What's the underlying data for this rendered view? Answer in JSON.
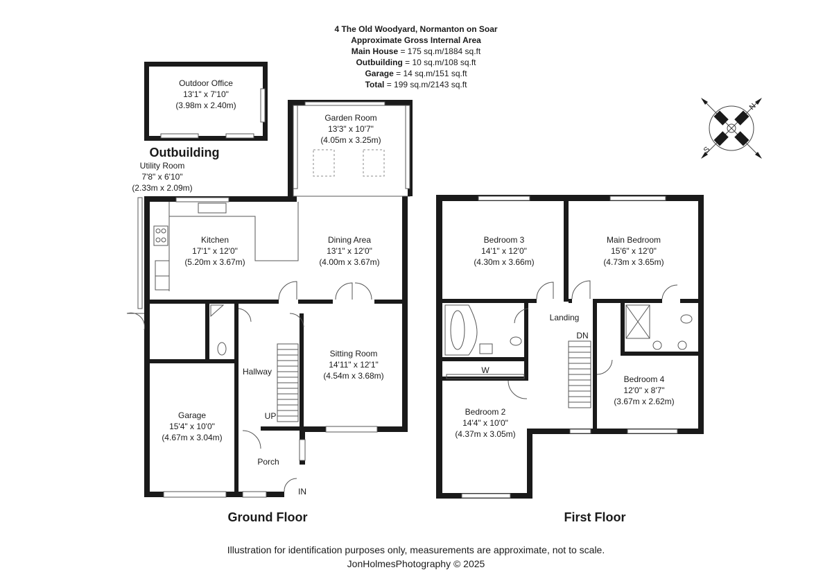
{
  "header": {
    "address": "4 The Old Woodyard, Normanton on Soar",
    "area_title": "Approximate Gross Internal Area",
    "main_house_label": "Main House",
    "main_house_value": "= 175 sq.m/1884 sq.ft",
    "outbuilding_label": "Outbuilding",
    "outbuilding_value": "= 10 sq.m/108 sq.ft",
    "garage_label": "Garage",
    "garage_value": "= 14 sq.m/151 sq.ft",
    "total_label": "Total",
    "total_value": "= 199 sq.m/2143 sq.ft"
  },
  "compass": {
    "n": "N",
    "s": "S"
  },
  "section_labels": {
    "outbuilding": "Outbuilding",
    "ground_floor": "Ground Floor",
    "first_floor": "First Floor"
  },
  "rooms": {
    "outdoor_office": {
      "name": "Outdoor Office",
      "imperial": "13'1\" x 7'10\"",
      "metric": "(3.98m x 2.40m)"
    },
    "garden_room": {
      "name": "Garden Room",
      "imperial": "13'3\" x 10'7\"",
      "metric": "(4.05m x 3.25m)"
    },
    "utility_room": {
      "name": "Utility Room",
      "imperial": "7'8\" x 6'10\"",
      "metric": "(2.33m x 2.09m)"
    },
    "kitchen": {
      "name": "Kitchen",
      "imperial": "17'1\" x 12'0\"",
      "metric": "(5.20m x 3.67m)"
    },
    "dining_area": {
      "name": "Dining Area",
      "imperial": "13'1\" x 12'0\"",
      "metric": "(4.00m x 3.67m)"
    },
    "sitting_room": {
      "name": "Sitting Room",
      "imperial": "14'11\" x 12'1\"",
      "metric": "(4.54m x 3.68m)"
    },
    "garage": {
      "name": "Garage",
      "imperial": "15'4\" x 10'0\"",
      "metric": "(4.67m x 3.04m)"
    },
    "hallway": {
      "name": "Hallway"
    },
    "porch": {
      "name": "Porch"
    },
    "bedroom_3": {
      "name": "Bedroom 3",
      "imperial": "14'1\" x 12'0\"",
      "metric": "(4.30m x 3.66m)"
    },
    "main_bedroom": {
      "name": "Main Bedroom",
      "imperial": "15'6\" x 12'0\"",
      "metric": "(4.73m x 3.65m)"
    },
    "landing": {
      "name": "Landing"
    },
    "bedroom_4": {
      "name": "Bedroom 4",
      "imperial": "12'0\" x 8'7\"",
      "metric": "(3.67m x 2.62m)"
    },
    "bedroom_2": {
      "name": "Bedroom 2",
      "imperial": "14'4\" x 10'0\"",
      "metric": "(4.37m x 3.05m)"
    }
  },
  "markers": {
    "up": "UP",
    "in": "IN",
    "dn": "DN",
    "wardrobe": "W"
  },
  "footer": {
    "disclaimer": "Illustration for identification purposes only, measurements are approximate, not to scale.",
    "credit": "JonHolmesPhotography © 2025"
  }
}
